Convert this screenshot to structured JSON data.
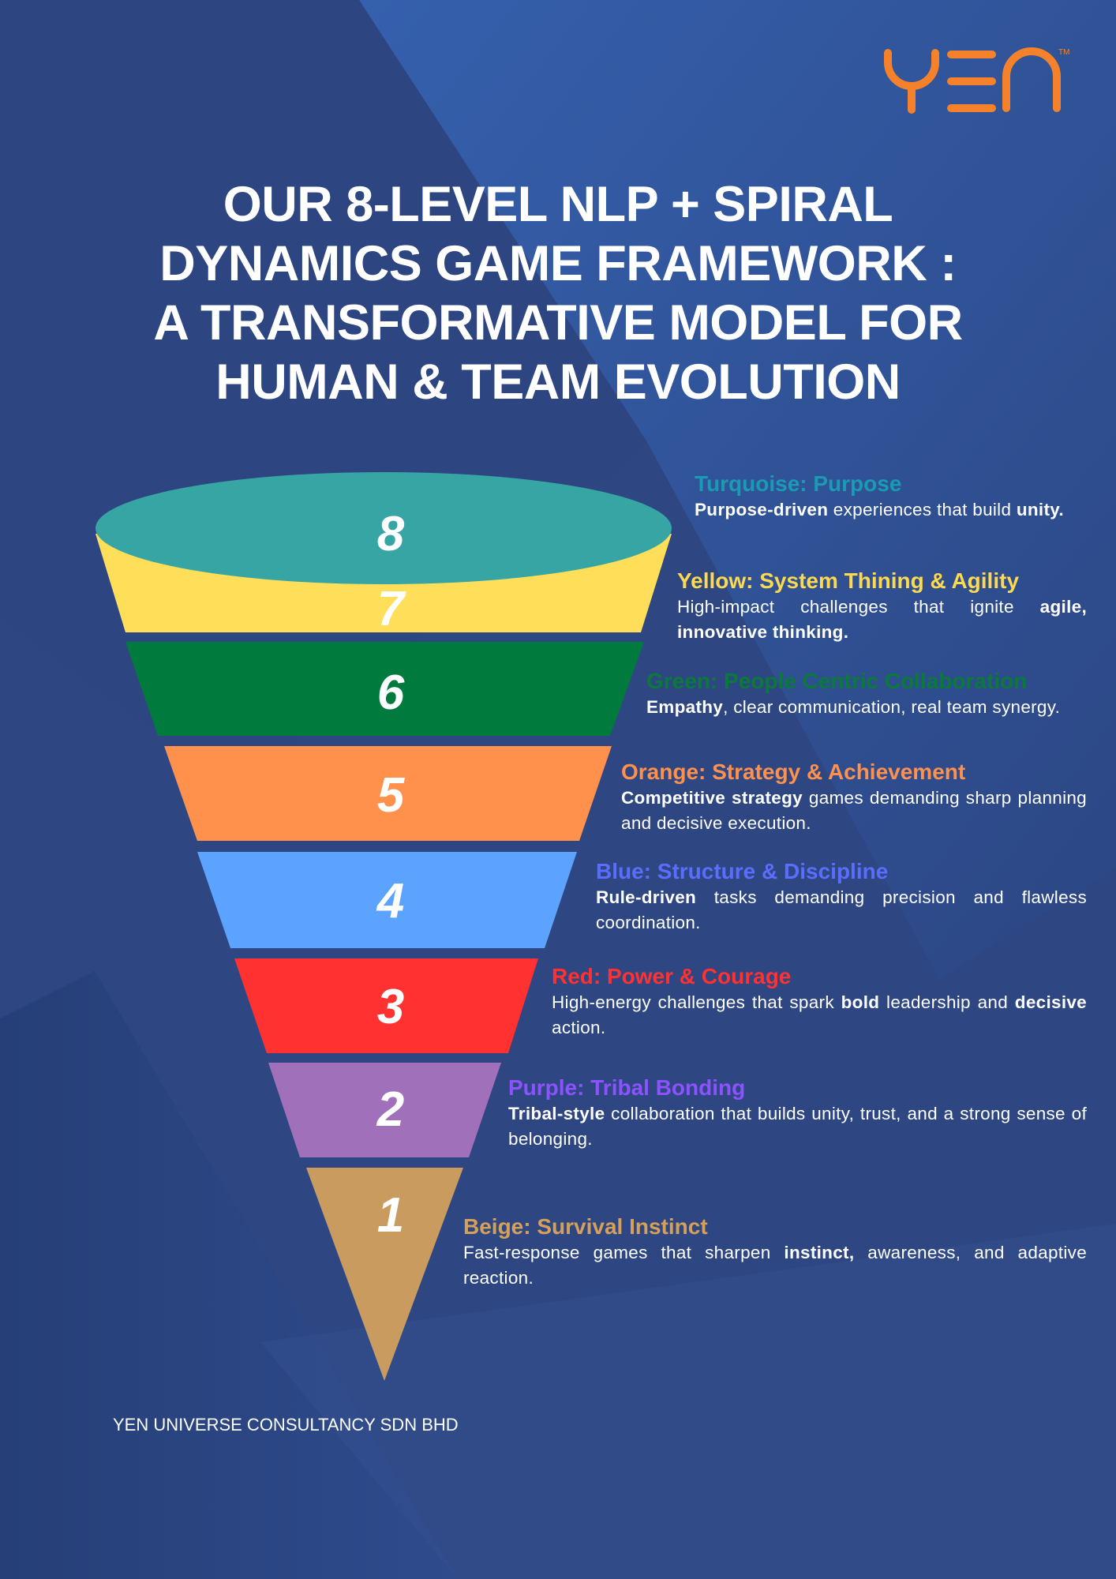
{
  "brand": {
    "logo_text": "YEN",
    "trademark": "TM"
  },
  "headline": {
    "lines": [
      "OUR 8-LEVEL NLP + SPIRAL",
      "DYNAMICS GAME FRAMEWORK :",
      "A TRANSFORMATIVE MODEL FOR",
      "HUMAN & TEAM EVOLUTION"
    ]
  },
  "levels": [
    {
      "number": "8",
      "title": "Turquoise: Purpose",
      "title_color": "#1a9bb3",
      "fill": "#38a5a5",
      "desc": [
        {
          "t": "Purpose-driven",
          "b": true
        },
        {
          "t": " experiences that build ",
          "b": false
        },
        {
          "t": "unity.",
          "b": true
        }
      ]
    },
    {
      "number": "7",
      "title": "Yellow: System Thining & Agility",
      "title_color": "#fcd94f",
      "fill": "#ffde59",
      "desc": [
        {
          "t": "High-impact challenges that ignite ",
          "b": false
        },
        {
          "t": "agile, innovative thinking.",
          "b": true
        }
      ]
    },
    {
      "number": "6",
      "title": "Green: People Centric Collaboration",
      "title_color": "#0a7a3a",
      "fill": "#007a3d",
      "desc": [
        {
          "t": "Empathy",
          "b": true
        },
        {
          "t": ", clear communication, real team synergy.",
          "b": false
        }
      ]
    },
    {
      "number": "5",
      "title": "Orange: Strategy & Achievement",
      "title_color": "#ff914d",
      "fill": "#ff914d",
      "desc": [
        {
          "t": "Competitive strategy",
          "b": true
        },
        {
          "t": " games demanding sharp planning and decisive execution.",
          "b": false
        }
      ]
    },
    {
      "number": "4",
      "title": "Blue: Structure & Discipline",
      "title_color": "#5a6dff",
      "fill": "#5ca3ff",
      "desc": [
        {
          "t": "Rule-driven",
          "b": true
        },
        {
          "t": " tasks demanding precision and flawless coordination.",
          "b": false
        }
      ]
    },
    {
      "number": "3",
      "title": "Red: Power & Courage",
      "title_color": "#ff3131",
      "fill": "#ff3131",
      "desc": [
        {
          "t": "High-energy challenges that spark ",
          "b": false
        },
        {
          "t": "bold",
          "b": true
        },
        {
          "t": " leadership and ",
          "b": false
        },
        {
          "t": "decisive",
          "b": true
        },
        {
          "t": " action.",
          "b": false
        }
      ]
    },
    {
      "number": "2",
      "title": "Purple: Tribal Bonding",
      "title_color": "#8c52ff",
      "fill": "#a070ba",
      "desc": [
        {
          "t": "Tribal-style",
          "b": true
        },
        {
          "t": " collaboration that builds unity, trust, and a strong sense of belonging.",
          "b": false
        }
      ]
    },
    {
      "number": "1",
      "title": "Beige: Survival Instinct",
      "title_color": "#d4a05a",
      "fill": "#c99b5e",
      "desc": [
        {
          "t": "Fast-response games that sharpen ",
          "b": false
        },
        {
          "t": "instinct,",
          "b": true
        },
        {
          "t": " awareness, and adaptive reaction.",
          "b": false
        }
      ]
    }
  ],
  "footer": {
    "company": "YEN UNIVERSE CONSULTANCY SDN BHD"
  },
  "colors": {
    "background": "#2f4985",
    "logo": "#f5822a"
  }
}
